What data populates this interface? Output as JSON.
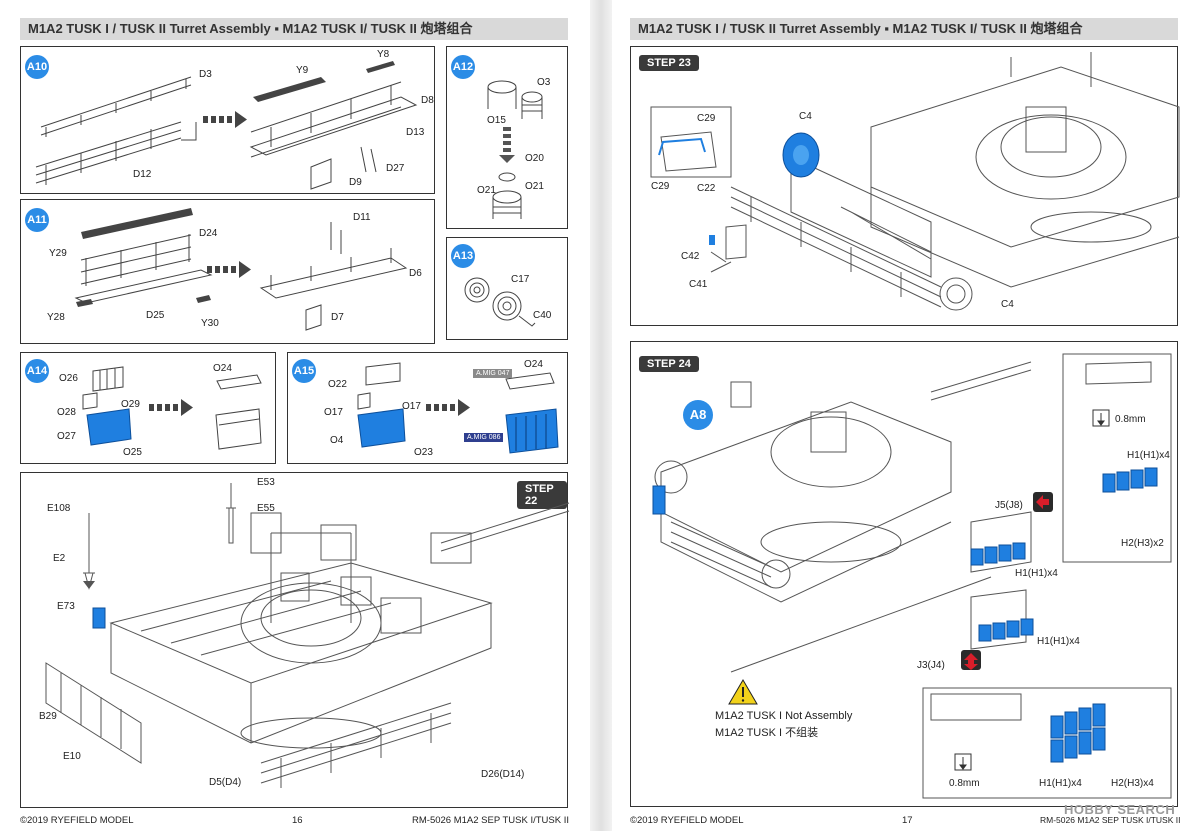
{
  "left": {
    "header": "M1A2 TUSK I / TUSK II Turret Assembly ▪ M1A2 TUSK I/ TUSK II 炮塔组合",
    "steps": {
      "a10": {
        "badge": "A10",
        "labels": [
          "D3",
          "D12",
          "Y9",
          "Y8",
          "D8",
          "D13",
          "D27",
          "D9"
        ]
      },
      "a12": {
        "badge": "A12",
        "labels": [
          "O3",
          "O15",
          "O20",
          "O21",
          "O21"
        ]
      },
      "a11": {
        "badge": "A11",
        "labels": [
          "D24",
          "Y29",
          "Y28",
          "D25",
          "Y30",
          "D11",
          "D6",
          "D7"
        ]
      },
      "a13": {
        "badge": "A13",
        "labels": [
          "C17",
          "C40"
        ]
      },
      "a14": {
        "badge": "A14",
        "labels": [
          "O26",
          "O28",
          "O29",
          "O27",
          "O25",
          "O24"
        ]
      },
      "a15": {
        "badge": "A15",
        "labels": [
          "O22",
          "O17",
          "O17",
          "O4",
          "O23",
          "O24"
        ],
        "paints": [
          "A.MIG 047",
          "A.MIG 086"
        ]
      },
      "step22": {
        "title": "STEP 22",
        "labels": [
          "E108",
          "E2",
          "E73",
          "B29",
          "E10",
          "E53",
          "E55",
          "D5(D4)",
          "D26(D14)"
        ]
      }
    },
    "footer": {
      "copyright": "©2019 RYEFIELD MODEL",
      "page": "16",
      "product": "RM-5026 M1A2 SEP TUSK I/TUSK II"
    }
  },
  "right": {
    "header": "M1A2 TUSK I / TUSK II Turret Assembly ▪ M1A2 TUSK I/ TUSK II 炮塔组合",
    "step23": {
      "title": "STEP 23",
      "labels": [
        "C29",
        "C29",
        "C22",
        "C4",
        "C42",
        "C41",
        "C4"
      ]
    },
    "step24": {
      "title": "STEP 24",
      "badge": "A8",
      "labels": [
        "J5(J8)",
        "H1(H1)x4",
        "J3(J4)",
        "H1(H1)x4",
        "0.8mm",
        "H1(H1)x4",
        "H2(H3)x2",
        "0.8mm",
        "H1(H1)x4",
        "H2(H3)x4"
      ],
      "warning_line1": "M1A2 TUSK I Not Assembly",
      "warning_line2": "M1A2 TUSK I 不组装"
    },
    "footer": {
      "copyright": "©2019 RYEFIELD MODEL",
      "page": "17",
      "product": "RM-5026 M1A2 SEP TUSK I/TUSK II",
      "watermark": "HOBBY SEARCH"
    }
  },
  "colors": {
    "accent": "#2b8ce6",
    "part_blue": "#1f7fe0",
    "header_bg": "#d9d9d9",
    "red": "#d81e2a"
  }
}
